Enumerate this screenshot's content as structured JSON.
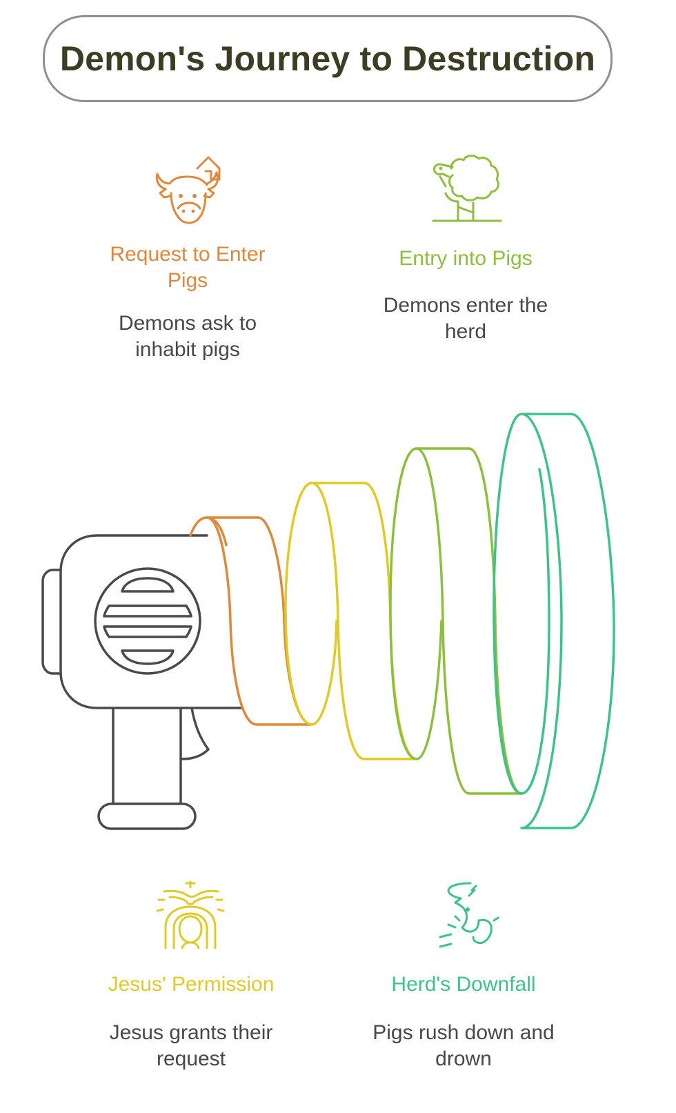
{
  "title": "Demon's Journey to Destruction",
  "colors": {
    "orange": "#e0883a",
    "lime": "#8cbf3b",
    "yellow": "#dfcb25",
    "green": "#3cc488",
    "gray": "#4a4a4a",
    "title_border": "#8f8f8f",
    "title_text": "#3d3d24"
  },
  "steps": [
    {
      "heading": "Request to Enter Pigs",
      "desc": "Demons ask to inhabit pigs",
      "icon": "cow-barn-icon",
      "color": "#e0883a"
    },
    {
      "heading": "Entry into Pigs",
      "desc": "Demons enter the herd",
      "icon": "sheep-grazing-icon",
      "color": "#8cbf3b"
    },
    {
      "heading": "Jesus' Permission",
      "desc": "Jesus grants their request",
      "icon": "jesus-dove-icon",
      "color": "#dfcb25"
    },
    {
      "heading": "Herd's Downfall",
      "desc": "Pigs rush down and drown",
      "icon": "animal-drowning-icon",
      "color": "#3cc488"
    }
  ]
}
